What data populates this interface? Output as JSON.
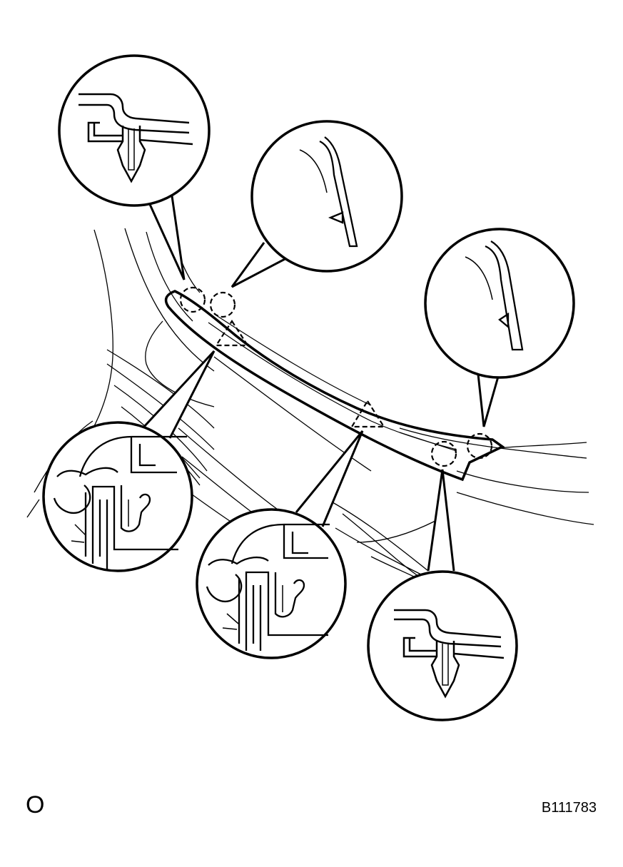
{
  "diagram": {
    "corner_label": "O",
    "figure_id": "B111783",
    "callouts": [
      {
        "name": "upper-left-clip-detail",
        "kind": "clip"
      },
      {
        "name": "upper-middle-claw-detail",
        "kind": "claw"
      },
      {
        "name": "upper-right-claw-detail",
        "kind": "claw"
      },
      {
        "name": "lower-left-retainer-detail",
        "kind": "retainer"
      },
      {
        "name": "lower-middle-retainer-detail",
        "kind": "retainer"
      },
      {
        "name": "lower-right-clip-detail",
        "kind": "clip"
      }
    ],
    "colors": {
      "line": "#000000",
      "background": "#ffffff"
    }
  }
}
